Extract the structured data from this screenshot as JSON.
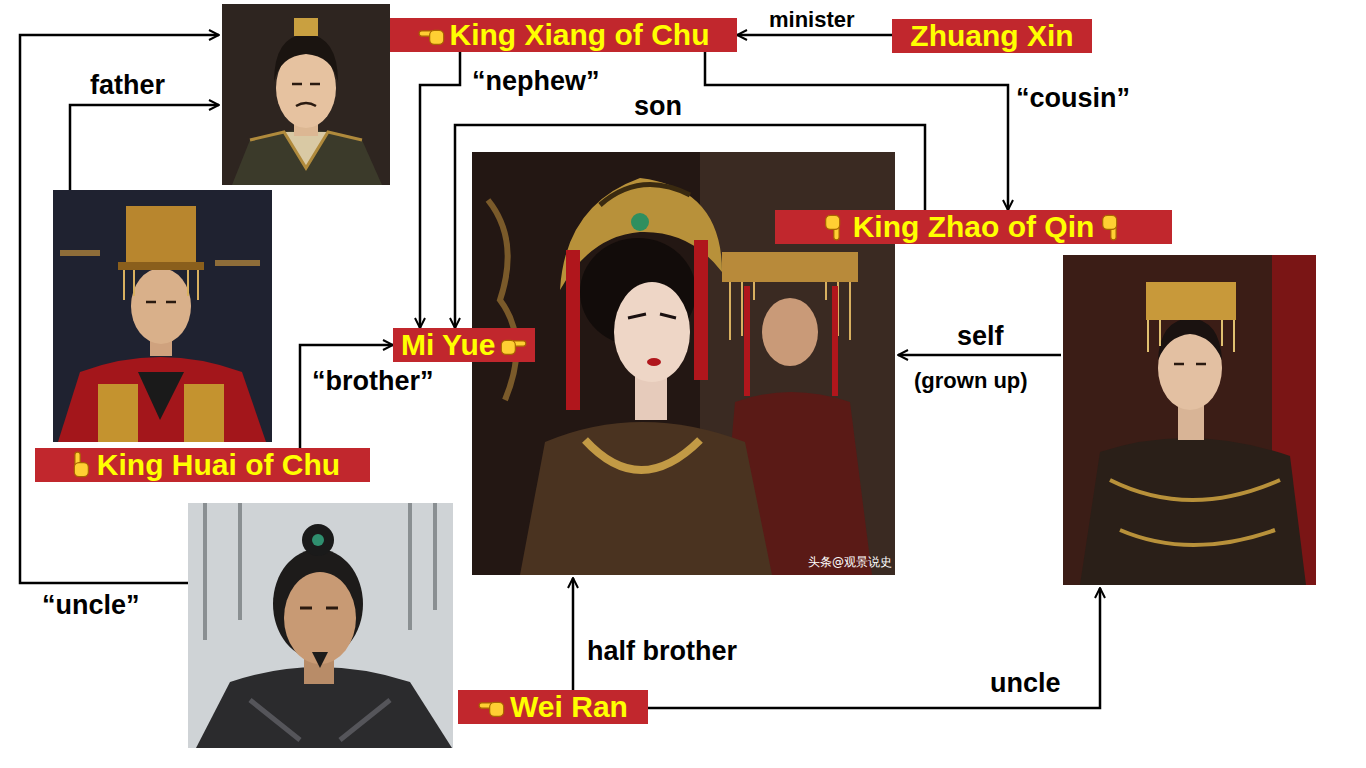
{
  "diagram": {
    "nodes": [
      {
        "text": [
          "King Xiang of Chu"
        ]
      },
      {
        "text": [
          "Zhuang Xin"
        ]
      },
      {
        "text": [
          "King Zhao of Qin"
        ]
      },
      {
        "text": [
          "Mi Yue"
        ]
      },
      {
        "text": [
          "King Huai of Chu"
        ]
      },
      {
        "text": [
          "Wei Ran"
        ]
      }
    ],
    "edges": [
      {
        "from": 1,
        "to": 0,
        "arrow": "to",
        "label": "minister"
      },
      {
        "from": 0,
        "to": 3,
        "arrow": "to",
        "label": "“nephew”"
      },
      {
        "from": 0,
        "to": 2,
        "arrow": "to",
        "label": "“cousin”"
      },
      {
        "from": 2,
        "to": 3,
        "arrow": "to",
        "label": "son"
      },
      {
        "from": 4,
        "to": 3,
        "arrow": "to",
        "label": "“brother”"
      }
    ],
    "labels": [
      "father",
      "“uncle”",
      "half brother",
      "uncle",
      "self",
      "(grown up)",
      "头条@观景说史"
    ]
  }
}
